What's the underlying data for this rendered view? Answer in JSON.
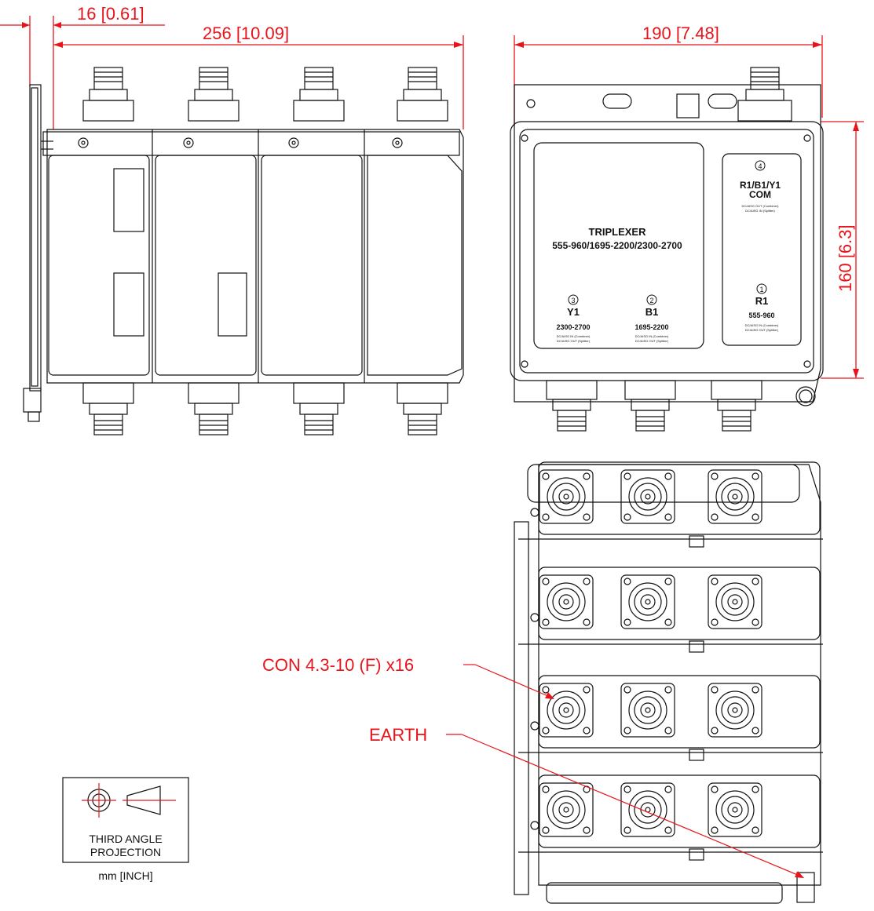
{
  "colors": {
    "dimension": "#e8141b",
    "line": "#111111",
    "background": "#ffffff"
  },
  "dimensions": {
    "flange": "16 [0.61]",
    "length": "256 [10.09]",
    "width": "190 [7.48]",
    "height": "160 [6.3]"
  },
  "callouts": {
    "connectors": "CON 4.3-10 (F) x16",
    "earth": "EARTH"
  },
  "label_plate": {
    "title": "TRIPLEXER",
    "bands": "555-960/1695-2200/2300-2700",
    "ports": [
      {
        "num": "3",
        "name": "Y1",
        "range": "2300-2700",
        "note1": "DC/AISG IN (Combiner)",
        "note2": "DC/AISG OUT (Splitter)"
      },
      {
        "num": "2",
        "name": "B1",
        "range": "1695-2200",
        "note1": "DC/AISG IN (Combiner)",
        "note2": "DC/AISG OUT (Splitter)"
      },
      {
        "num": "1",
        "name": "R1",
        "range": "555-960",
        "note1": "DC/AISG IN (Combiner)",
        "note2": "DC/AISG OUT (Splitter)"
      }
    ],
    "com_port": {
      "num": "4",
      "name": "R1/B1/Y1",
      "sub": "COM",
      "note1": "DC/AISG OUT (Combiner)",
      "note2": "DC/AISG IN (Splitter)"
    }
  },
  "projection_box": {
    "line1": "THIRD ANGLE",
    "line2": "PROJECTION",
    "units": "mm [INCH]"
  },
  "icons": [
    "connector-icon",
    "screw-icon",
    "earth-terminal-icon",
    "third-angle-projection-icon"
  ]
}
